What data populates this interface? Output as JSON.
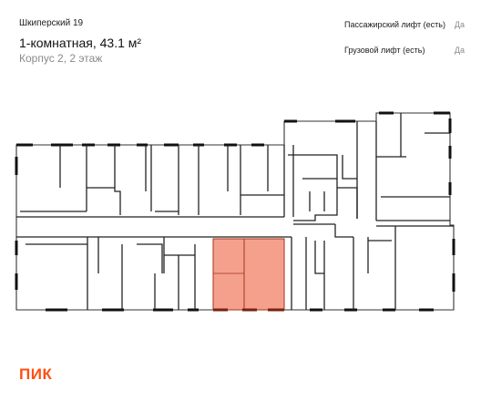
{
  "header": {
    "project": "Шкиперский 19",
    "title": "1-комнатная, 43.1 м²",
    "subtitle": "Корпус 2, 2 этаж"
  },
  "specs": [
    {
      "label": "Пассажирский лифт (есть)",
      "value": "Да"
    },
    {
      "label": "Грузовой лифт (есть)",
      "value": "Да"
    }
  ],
  "colors": {
    "highlight": "#f4a08c",
    "highlight_border": "#a5331e",
    "logo": "#ff4f12"
  },
  "logo": {
    "text": "ПИК"
  }
}
